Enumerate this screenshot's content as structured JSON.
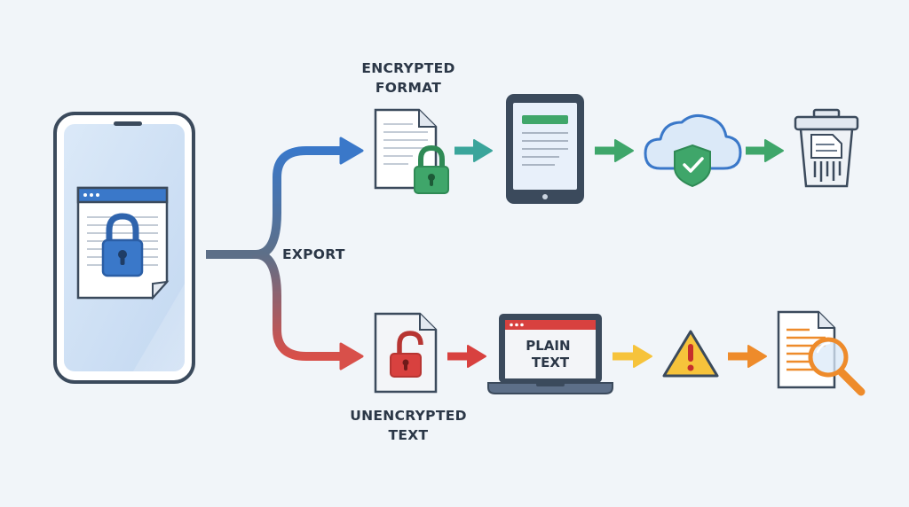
{
  "labels": {
    "encrypted_format": [
      "ENCRYPTED",
      "FORMAT"
    ],
    "unencrypted_text": [
      "UNENCRYPTED",
      "TEXT"
    ],
    "export": "EXPORT",
    "plain_text": [
      "PLAIN",
      "TEXT"
    ]
  },
  "colors": {
    "background": "#f1f5f9",
    "outline": "#3b4a5c",
    "secure_blue": "#3a78c9",
    "secure_green": "#3fa66a",
    "insecure_red": "#d8413f",
    "warning_yellow": "#f6c33b",
    "warning_orange": "#ee8b2b",
    "teal": "#3aa59b"
  },
  "icons": {
    "source_device": "smartphone-icon",
    "locked_document": "lock-icon",
    "encrypted_file": "locked-file-icon",
    "tablet": "tablet-icon",
    "cloud": "cloud-shield-icon",
    "shredder": "shredder-trash-icon",
    "unlocked_file": "unlocked-file-icon",
    "laptop": "laptop-icon",
    "warning": "warning-icon",
    "inspection": "magnifier-document-icon"
  }
}
